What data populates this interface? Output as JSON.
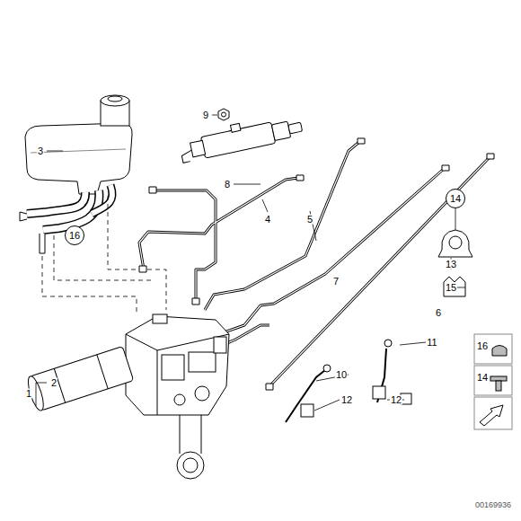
{
  "diagram": {
    "nodes": [
      {
        "text": [
          "14"
        ]
      },
      {
        "text": [
          "16"
        ]
      },
      {
        "text": [
          "16"
        ]
      },
      {
        "text": [
          "14"
        ]
      }
    ],
    "labels": [
      "3",
      "9",
      "8",
      "4",
      "5",
      "7",
      "13",
      "15",
      "6",
      "11",
      "2",
      "1",
      "10",
      "12",
      "12",
      "00169936"
    ]
  }
}
